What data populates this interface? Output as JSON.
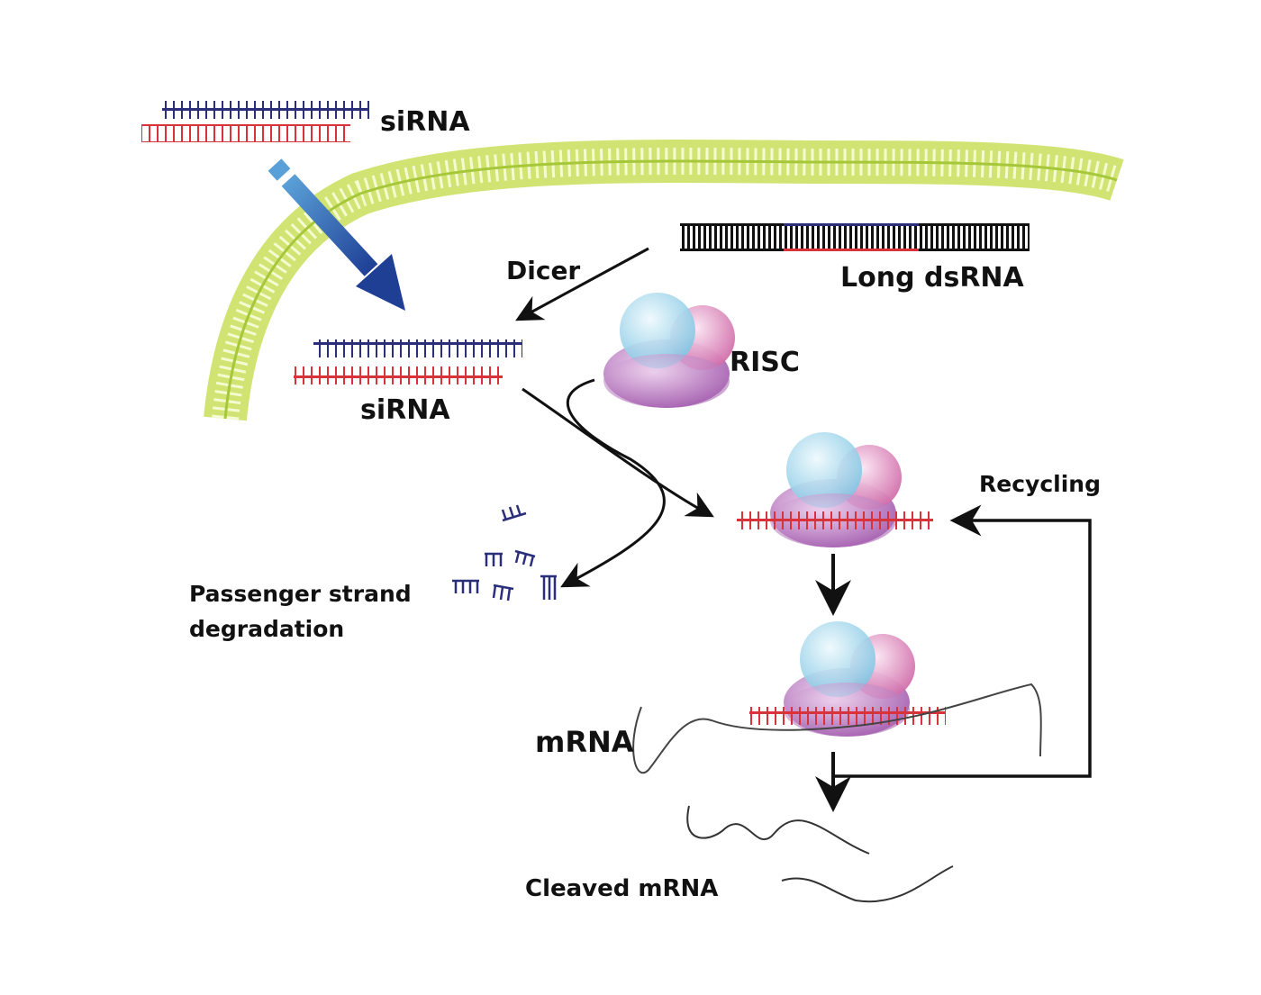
{
  "labels": {
    "sirna_top": "siRNA",
    "dicer": "Dicer",
    "long_dsrna": "Long dsRNA",
    "risc": "RISC",
    "sirna_mid": "siRNA",
    "recycling": "Recycling",
    "passenger_line1": "Passenger strand",
    "passenger_line2": "degradation",
    "mrna": "mRNA",
    "cleaved_mrna": "Cleaved mRNA"
  },
  "colors": {
    "guide_strand": "#2b2f7a",
    "passenger_strand": "#d8323a",
    "membrane": "#c9df5a",
    "arrow": "#111111",
    "entry_arrow": "#2f67b0",
    "risc_body": "#b77bbf",
    "risc_cyan": "#9fd6ec",
    "risc_pink": "#e59ac8"
  }
}
